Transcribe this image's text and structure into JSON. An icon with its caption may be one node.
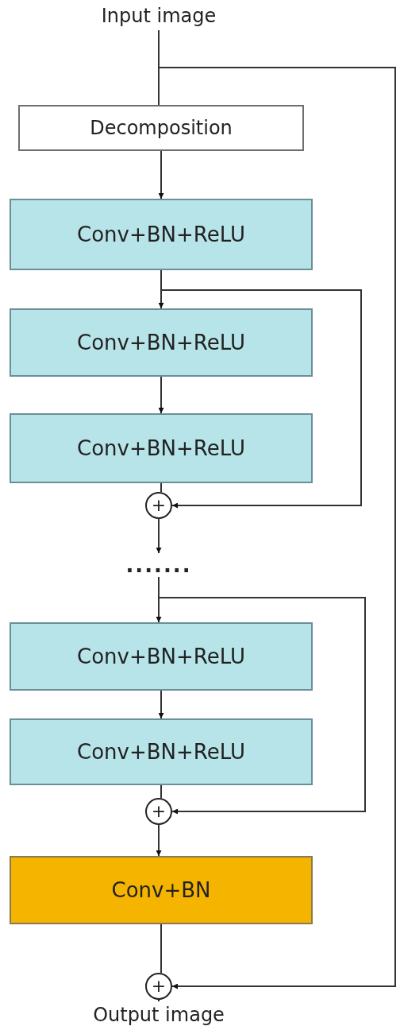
{
  "diagram": {
    "nodes": [
      {
        "text": [
          "Input image"
        ]
      },
      {
        "text": [
          "Decomposition"
        ]
      },
      {
        "text": [
          "Conv+BN+ReLU"
        ]
      },
      {
        "text": [
          "Conv+BN+ReLU"
        ]
      },
      {
        "text": [
          "Conv+BN+ReLU"
        ]
      },
      {
        "text": [
          "+"
        ]
      },
      {
        "text": [
          "......."
        ]
      },
      {
        "text": [
          "Conv+BN+ReLU"
        ]
      },
      {
        "text": [
          "Conv+BN+ReLU"
        ]
      },
      {
        "text": [
          "+"
        ]
      },
      {
        "text": [
          "Conv+BN"
        ]
      },
      {
        "text": [
          "+"
        ]
      },
      {
        "text": [
          "Output image"
        ]
      }
    ],
    "edges": [
      {
        "from": 0,
        "to": 1,
        "arrow": "none"
      },
      {
        "from": 1,
        "to": 2,
        "arrow": "to"
      },
      {
        "from": 2,
        "to": 3,
        "arrow": "to"
      },
      {
        "from": 2,
        "to": 5,
        "arrow": "to"
      },
      {
        "from": 3,
        "to": 4,
        "arrow": "to"
      },
      {
        "from": 4,
        "to": 5,
        "arrow": "none"
      },
      {
        "from": 5,
        "to": 6,
        "arrow": "to"
      },
      {
        "from": 6,
        "to": 7,
        "arrow": "to"
      },
      {
        "from": 6,
        "to": 9,
        "arrow": "to"
      },
      {
        "from": 7,
        "to": 8,
        "arrow": "to"
      },
      {
        "from": 8,
        "to": 9,
        "arrow": "none"
      },
      {
        "from": 9,
        "to": 10,
        "arrow": "to"
      },
      {
        "from": 10,
        "to": 11,
        "arrow": "none"
      },
      {
        "from": 11,
        "to": 12,
        "arrow": "to"
      },
      {
        "from": 0,
        "to": 11,
        "arrow": "to"
      }
    ]
  }
}
